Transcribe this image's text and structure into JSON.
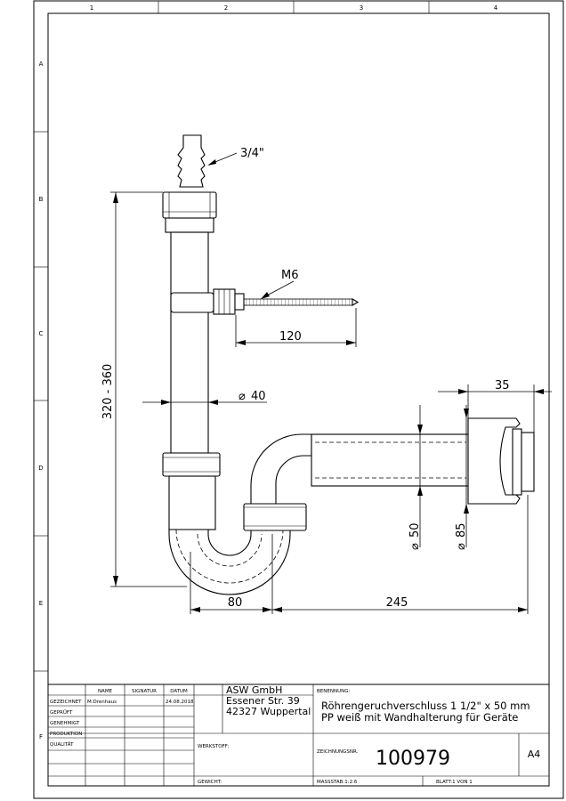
{
  "grid": {
    "columns": [
      "1",
      "2",
      "3",
      "4"
    ],
    "rows": [
      "A",
      "B",
      "C",
      "D",
      "E",
      "F"
    ]
  },
  "annotations": {
    "hose_thread": "3/4\"",
    "screw_thread": "M6",
    "screw_length": "120",
    "height_range": "320 - 360",
    "pipe_diameter": "40",
    "diameter_symbol": "⌀",
    "inner_diameter": "50",
    "outer_diameter": "85",
    "flange_width": "35",
    "trap_offset": "80",
    "horizontal_length": "245"
  },
  "title_block": {
    "col_name": "NAME",
    "col_signature": "SIGNATUR",
    "col_date": "DATUM",
    "rows": [
      {
        "label": "GEZEICHNET",
        "name": "M.Drenhaus",
        "date": "24.08.2018"
      },
      {
        "label": "GEPRÜFT",
        "name": "",
        "date": ""
      },
      {
        "label": "GENEHMIGT",
        "name": "",
        "date": ""
      },
      {
        "label": "PRODUKTION",
        "name": "",
        "date": ""
      },
      {
        "label": "QUALITÄT",
        "name": "",
        "date": ""
      }
    ],
    "company_line1": "ASW GmbH",
    "company_line2": "Essener Str. 39",
    "company_line3": "42327 Wuppertal",
    "designation_label": "BENENNUNG:",
    "designation_line1": "Röhrengeruchverschluss 1 1/2\" x 50 mm",
    "designation_line2": "PP weiß mit Wandhalterung für Geräte",
    "material_label": "WERKSTOFF:",
    "drawing_no_label": "ZEICHNUNGSNR.",
    "drawing_no": "100979",
    "sheet_size": "A4",
    "weight_label": "GEWICHT:",
    "scale": "MASSSTAB:1:2.6",
    "sheet": "BLATT:1 VON 1"
  }
}
